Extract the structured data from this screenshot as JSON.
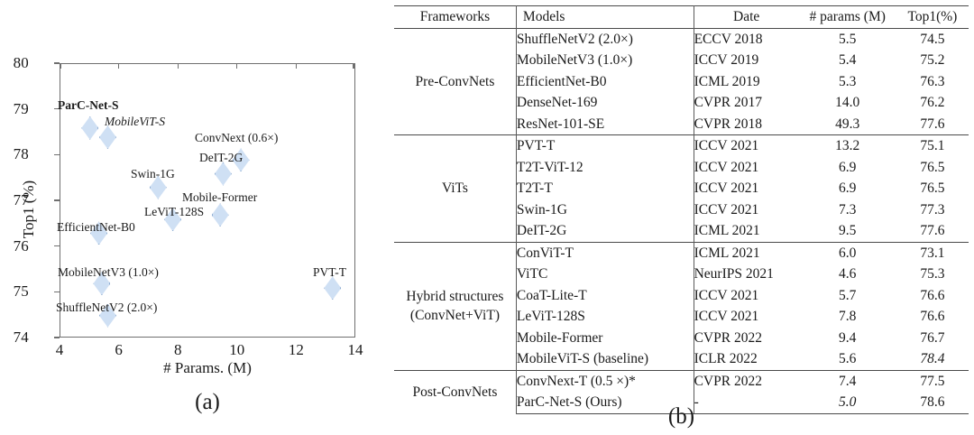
{
  "chart_data": [
    {
      "type": "scatter",
      "panel": "(a)",
      "title": "",
      "xlabel": "# Params. (M)",
      "ylabel": "Top1 (%)",
      "xlim": [
        4,
        14
      ],
      "ylim": [
        74,
        80
      ],
      "xticks": [
        "4",
        "6",
        "8",
        "10",
        "12",
        "14"
      ],
      "yticks": [
        "74",
        "75",
        "76",
        "77",
        "78",
        "79",
        "80"
      ],
      "grid": false,
      "legend": "none",
      "marker": "diamond",
      "marker_fill": "#cfe0f4",
      "marker_edge": "#8aa9cf",
      "points": [
        {
          "label": "ParC-Net-S",
          "x": 5.0,
          "y": 78.6,
          "style": "bold",
          "lx": 64,
          "ly": 110
        },
        {
          "label": "MobileViT-S",
          "x": 5.6,
          "y": 78.4,
          "style": "italic",
          "lx": 116,
          "ly": 128
        },
        {
          "label": "ConvNext (0.6×)",
          "x": 10.1,
          "y": 77.9,
          "style": "normal",
          "lx": 216,
          "ly": 146
        },
        {
          "label": "DeIT-2G",
          "x": 9.5,
          "y": 77.6,
          "style": "normal",
          "lx": 221,
          "ly": 168
        },
        {
          "label": "Swin-1G",
          "x": 7.3,
          "y": 77.3,
          "style": "normal",
          "lx": 145,
          "ly": 186
        },
        {
          "label": "Mobile-Former",
          "x": 9.4,
          "y": 76.7,
          "style": "normal",
          "lx": 202,
          "ly": 212
        },
        {
          "label": "LeViT-128S",
          "x": 7.8,
          "y": 76.6,
          "style": "normal",
          "lx": 160,
          "ly": 228
        },
        {
          "label": "EfficientNet-B0",
          "x": 5.3,
          "y": 76.3,
          "style": "normal",
          "lx": 63,
          "ly": 245
        },
        {
          "label": "MobileNetV3 (1.0×)",
          "x": 5.4,
          "y": 75.2,
          "style": "normal",
          "lx": 64,
          "ly": 295
        },
        {
          "label": "PVT-T",
          "x": 13.2,
          "y": 75.1,
          "style": "normal",
          "lx": 347,
          "ly": 295
        },
        {
          "label": "ShuffleNetV2 (2.0×)",
          "x": 5.6,
          "y": 74.5,
          "style": "normal",
          "lx": 62,
          "ly": 334
        }
      ]
    },
    {
      "type": "table",
      "panel": "(b)",
      "columns": [
        "Frameworks",
        "Models",
        "Date",
        "# params (M)",
        "Top1(%)"
      ],
      "groups": [
        {
          "framework": "Pre-ConvNets",
          "rows": [
            {
              "model": "ShuffleNetV2 (2.0×)",
              "date": "ECCV 2018",
              "params": "5.5",
              "top1": "74.5"
            },
            {
              "model": "MobileNetV3 (1.0×)",
              "date": "ICCV 2019",
              "params": "5.4",
              "top1": "75.2"
            },
            {
              "model": "EfficientNet-B0",
              "date": "ICML 2019",
              "params": "5.3",
              "top1": "76.3"
            },
            {
              "model": "DenseNet-169",
              "date": "CVPR 2017",
              "params": "14.0",
              "top1": "76.2"
            },
            {
              "model": "ResNet-101-SE",
              "date": "CVPR 2018",
              "params": "49.3",
              "top1": "77.6"
            }
          ]
        },
        {
          "framework": "ViTs",
          "rows": [
            {
              "model": "PVT-T",
              "date": "ICCV 2021",
              "params": "13.2",
              "top1": "75.1"
            },
            {
              "model": "T2T-ViT-12",
              "date": "ICCV 2021",
              "params": "6.9",
              "top1": "76.5"
            },
            {
              "model": "T2T-T",
              "date": "ICCV 2021",
              "params": "6.9",
              "top1": "76.5"
            },
            {
              "model": "Swin-1G",
              "date": "ICCV 2021",
              "params": "7.3",
              "top1": "77.3"
            },
            {
              "model": "DeIT-2G",
              "date": "ICML 2021",
              "params": "9.5",
              "top1": "77.6"
            }
          ]
        },
        {
          "framework": "Hybrid structures\n(ConvNet+ViT)",
          "framework_line1": "Hybrid structures",
          "framework_line2": "(ConvNet+ViT)",
          "rows": [
            {
              "model": "ConViT-T",
              "date": "ICML 2021",
              "params": "6.0",
              "top1": "73.1"
            },
            {
              "model": "ViTC",
              "date": "NeurIPS 2021",
              "params": "4.6",
              "params_style": "bold",
              "top1": "75.3"
            },
            {
              "model": "CoaT-Lite-T",
              "date": "ICCV 2021",
              "params": "5.7",
              "top1": "76.6"
            },
            {
              "model": "LeViT-128S",
              "date": "ICCV 2021",
              "params": "7.8",
              "top1": "76.6"
            },
            {
              "model": "Mobile-Former",
              "date": "CVPR 2022",
              "params": "9.4",
              "top1": "76.7"
            },
            {
              "model": "MobileViT-S (baseline)",
              "date": "ICLR 2022",
              "params": "5.6",
              "top1": "78.4",
              "top1_style": "italic"
            }
          ]
        },
        {
          "framework": "Post-ConvNets",
          "rows": [
            {
              "model": "ConvNext-T (0.5 ×)*",
              "date": "CVPR 2022",
              "params": "7.4",
              "top1": "77.5"
            },
            {
              "model": "ParC-Net-S  (Ours)",
              "date": "-",
              "params": "5.0",
              "params_style": "italic",
              "top1": "78.6",
              "top1_style": "bold"
            }
          ]
        }
      ]
    }
  ]
}
